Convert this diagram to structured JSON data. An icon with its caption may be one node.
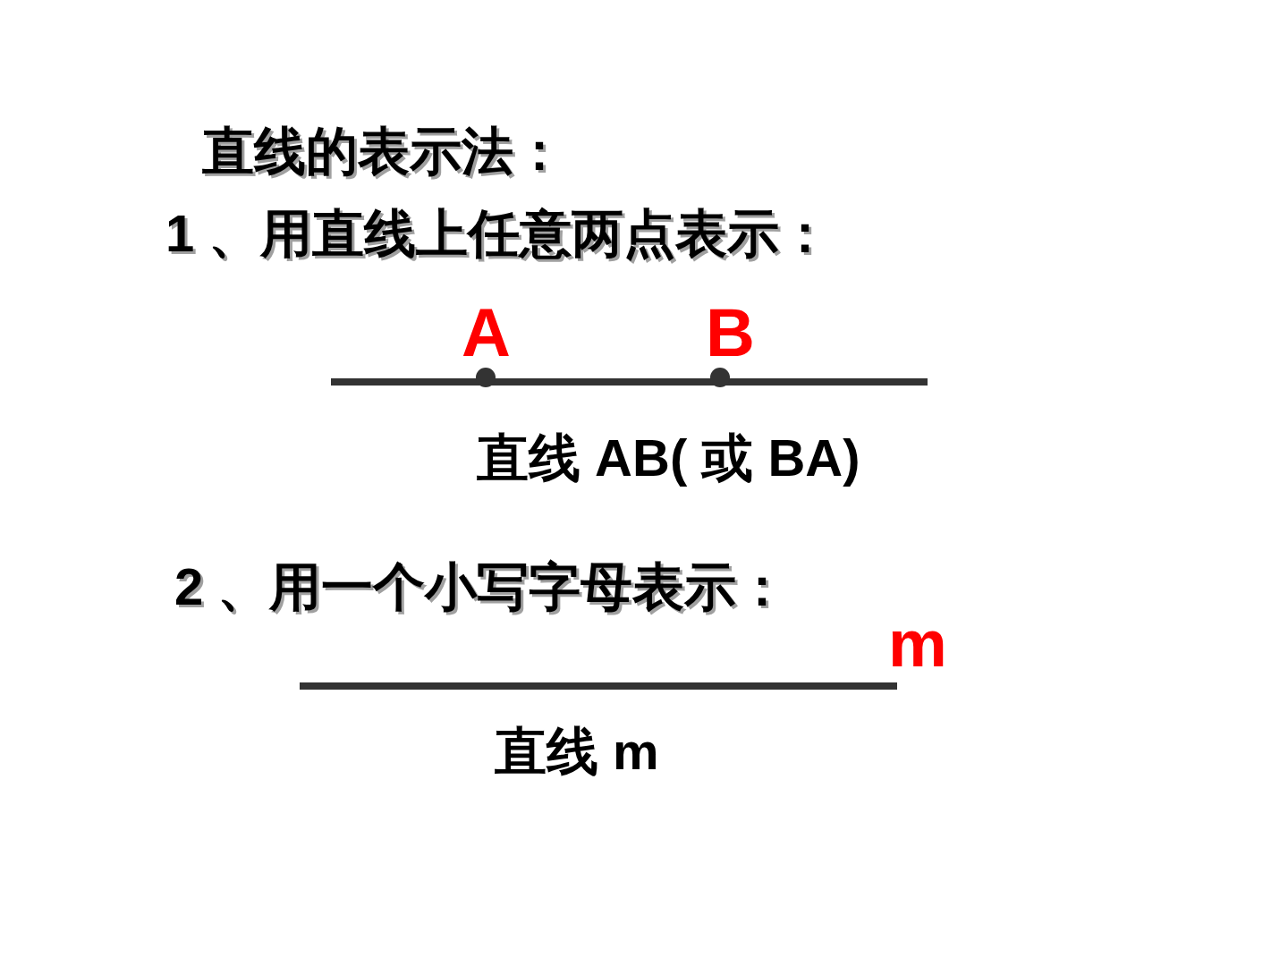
{
  "diagram": {
    "title": "直线的表示法：",
    "labels": [
      "1 、用直线上任意两点表示：",
      "A",
      "B",
      "直线 AB( 或 BA)",
      "2 、用一个小写字母表示：",
      "m",
      "直线 m"
    ]
  }
}
